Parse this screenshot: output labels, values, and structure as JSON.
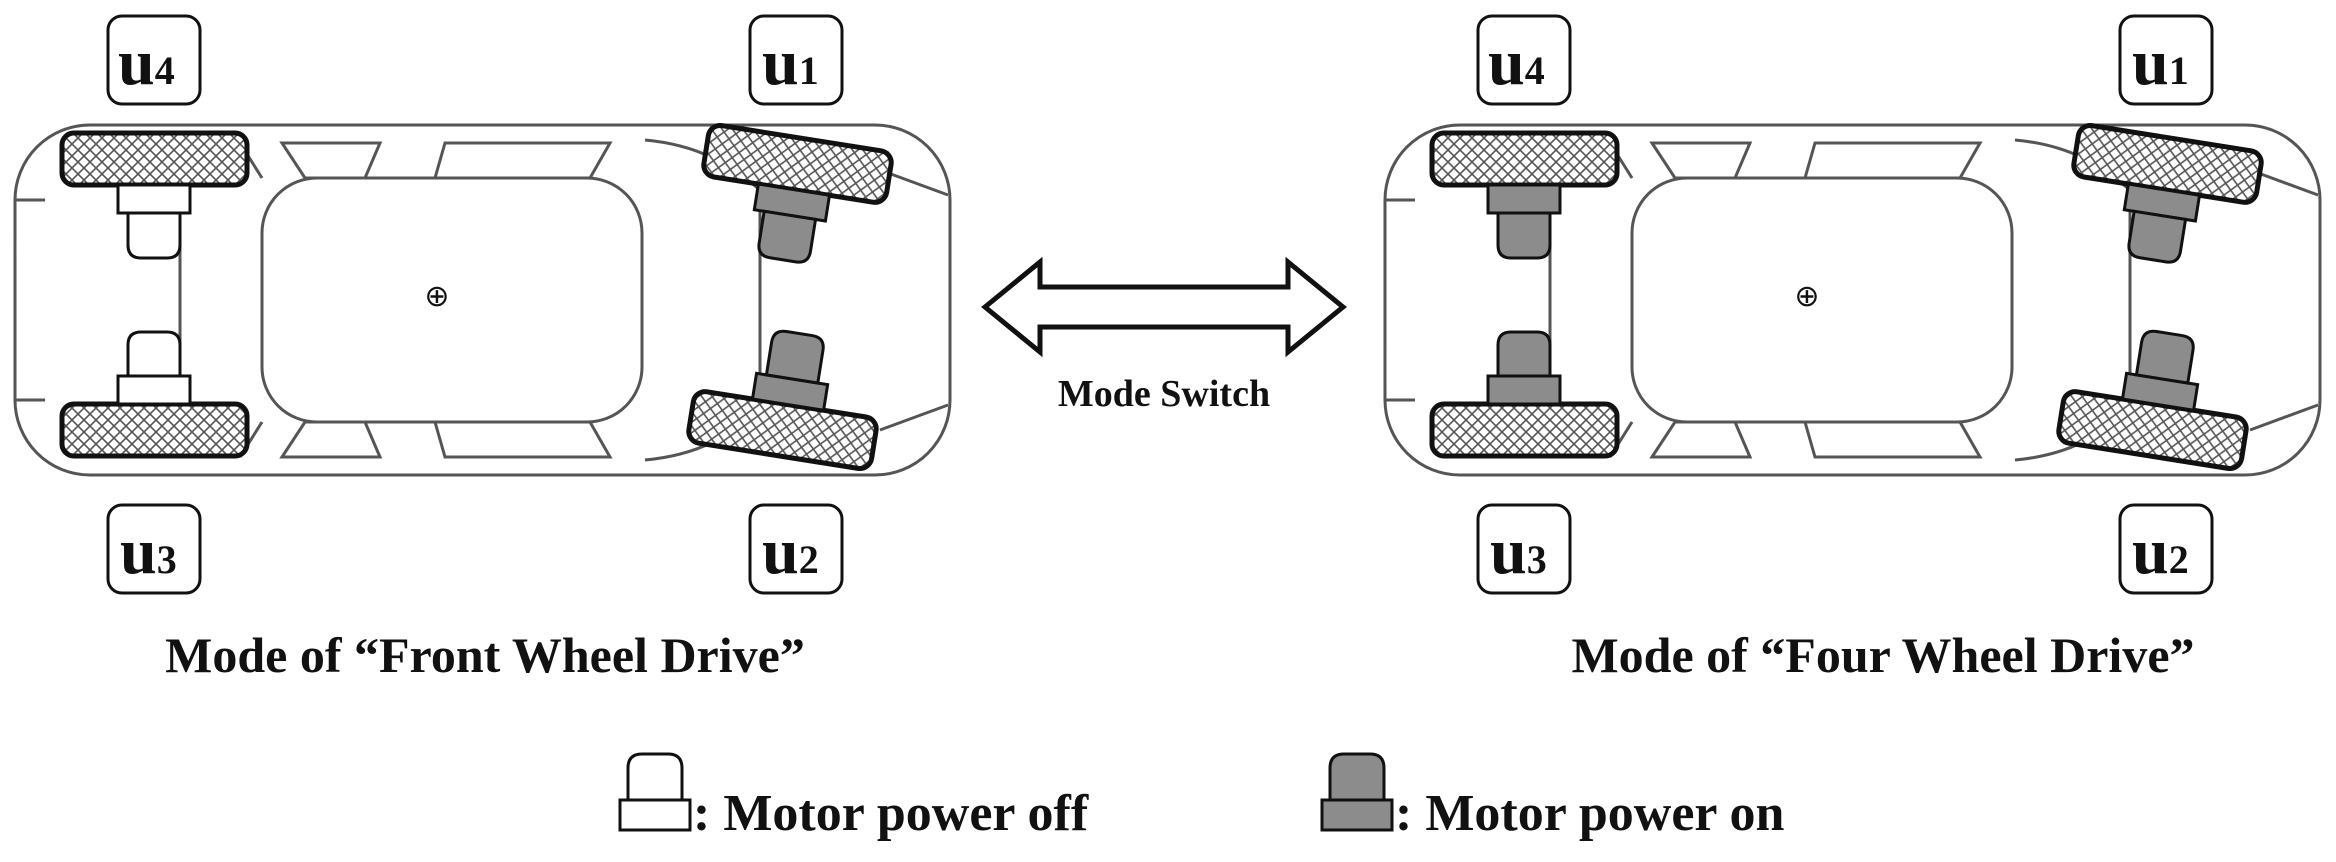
{
  "labels": {
    "u1": {
      "main": "u",
      "sub": "1"
    },
    "u2": {
      "main": "u",
      "sub": "2"
    },
    "u3": {
      "main": "u",
      "sub": "3"
    },
    "u4": {
      "main": "u",
      "sub": "4"
    }
  },
  "cars": [
    {
      "caption": "Mode of “Front Wheel Drive”",
      "rear_motors": "off",
      "front_motors": "on"
    },
    {
      "caption": "Mode of “Four Wheel Drive”",
      "rear_motors": "on",
      "front_motors": "on"
    }
  ],
  "switch_label": "Mode Switch",
  "legend": {
    "off_text": ": Motor power off",
    "on_text": ": Motor power on"
  },
  "center_mark": "⊕",
  "colors": {
    "motor_on": "#8c8c8c",
    "motor_off": "#ffffff",
    "ink": "#111111"
  }
}
